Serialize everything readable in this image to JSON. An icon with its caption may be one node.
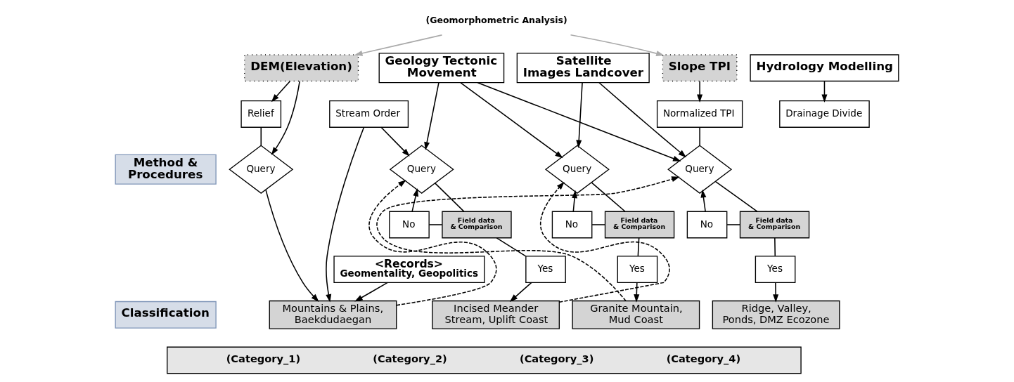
{
  "diagram": {
    "nodes": [
      {
        "text": [
          "Method & Procedures"
        ]
      },
      {
        "text": [
          "Classification"
        ]
      },
      {
        "text": [
          "(Geomorphometric Analysis)"
        ]
      },
      {
        "text": [
          "DEM(Elevation)"
        ]
      },
      {
        "text": [
          "Hydrology Modelling"
        ]
      },
      {
        "text": [
          "Geology Tectonic Movement"
        ]
      },
      {
        "text": [
          "Satellite Images Landcover"
        ]
      },
      {
        "text": [
          "Slope TPI"
        ]
      },
      {
        "text": [
          "Relief"
        ]
      },
      {
        "text": [
          "Drainage Divide"
        ]
      },
      {
        "text": [
          "Stream Order"
        ]
      },
      {
        "text": [
          "Normalized TPI"
        ]
      },
      {
        "text": [
          "Query"
        ]
      },
      {
        "text": [
          "<Records>",
          "Geomentality, Geopolitics"
        ]
      },
      {
        "text": [
          "Query"
        ]
      },
      {
        "text": [
          "No"
        ]
      },
      {
        "text": [
          "Field data & Comparison"
        ]
      },
      {
        "text": [
          "Yes"
        ]
      },
      {
        "text": [
          "Query"
        ]
      },
      {
        "text": [
          "No"
        ]
      },
      {
        "text": [
          "Field data & Comparison"
        ]
      },
      {
        "text": [
          "Yes"
        ]
      },
      {
        "text": [
          "Query"
        ]
      },
      {
        "text": [
          "No"
        ]
      },
      {
        "text": [
          "Field data & Comparison"
        ]
      },
      {
        "text": [
          "Yes"
        ]
      },
      {
        "text": [
          "Mountains & Plains, Baekdudaegan"
        ]
      },
      {
        "text": [
          "Incised Meander Stream, Uplift Coast"
        ]
      },
      {
        "text": [
          "Granite Mountain, Mud Coast"
        ]
      },
      {
        "text": [
          "Ridge, Valley, Ponds, DMZ Ecozone"
        ]
      },
      {
        "text": [
          "(Category_1)",
          "(Category_2)",
          "(Category_3)",
          "(Category_4)"
        ]
      }
    ],
    "edges": [
      {
        "from": 2,
        "to": 3,
        "arrow": "to",
        "color": "#aaaaaa"
      },
      {
        "from": 2,
        "to": 7,
        "arrow": "to",
        "color": "#aaaaaa"
      },
      {
        "from": 3,
        "to": 8,
        "arrow": "to"
      },
      {
        "from": 3,
        "to": 12,
        "arrow": "to"
      },
      {
        "from": 8,
        "to": 12,
        "arrow": "none"
      },
      {
        "from": 4,
        "to": 9,
        "arrow": "to"
      },
      {
        "from": 12,
        "to": 26,
        "arrow": "to"
      },
      {
        "from": 13,
        "to": 26,
        "arrow": "to"
      },
      {
        "from": 10,
        "to": 26,
        "arrow": "to"
      },
      {
        "from": 10,
        "to": 14,
        "arrow": "to"
      },
      {
        "from": 5,
        "to": 14,
        "arrow": "to"
      },
      {
        "from": 5,
        "to": 18,
        "arrow": "to"
      },
      {
        "from": 5,
        "to": 22,
        "arrow": "to"
      },
      {
        "from": 6,
        "to": 18,
        "arrow": "to"
      },
      {
        "from": 6,
        "to": 22,
        "arrow": "to"
      },
      {
        "from": 7,
        "to": 11,
        "arrow": "to"
      },
      {
        "from": 11,
        "to": 22,
        "arrow": "none"
      },
      {
        "from": 26,
        "to": 14,
        "arrow": "to",
        "style": "dashed"
      },
      {
        "from": 14,
        "to": 16,
        "arrow": "none"
      },
      {
        "from": 15,
        "to": 14,
        "arrow": "to"
      },
      {
        "from": 15,
        "to": 16,
        "arrow": "none"
      },
      {
        "from": 16,
        "to": 17,
        "arrow": "none"
      },
      {
        "from": 17,
        "to": 27,
        "arrow": "to"
      },
      {
        "from": 27,
        "to": 18,
        "arrow": "to",
        "style": "dashed"
      },
      {
        "from": 18,
        "to": 20,
        "arrow": "none"
      },
      {
        "from": 19,
        "to": 18,
        "arrow": "to"
      },
      {
        "from": 19,
        "to": 20,
        "arrow": "none"
      },
      {
        "from": 20,
        "to": 21,
        "arrow": "none"
      },
      {
        "from": 21,
        "to": 28,
        "arrow": "to"
      },
      {
        "from": 28,
        "to": 22,
        "arrow": "to",
        "style": "dashed"
      },
      {
        "from": 22,
        "to": 24,
        "arrow": "none"
      },
      {
        "from": 23,
        "to": 22,
        "arrow": "to"
      },
      {
        "from": 23,
        "to": 24,
        "arrow": "none"
      },
      {
        "from": 24,
        "to": 25,
        "arrow": "none"
      },
      {
        "from": 25,
        "to": 29,
        "arrow": "to"
      }
    ]
  }
}
